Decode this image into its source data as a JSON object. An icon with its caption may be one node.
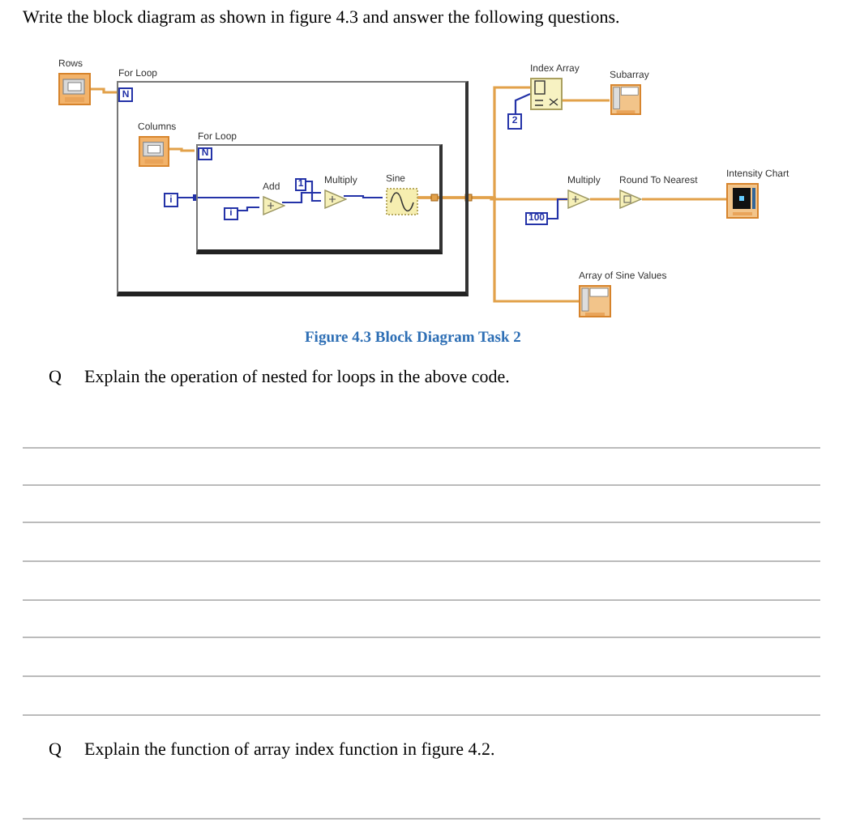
{
  "diagram": {
    "title": "Write the block diagram as shown in figure 4.3 and answer the following questions.",
    "caption": "Figure 4.3 Block Diagram Task 2",
    "nodes": [
      {
        "text": [
          "Rows"
        ]
      },
      {
        "text": [
          "For Loop"
        ]
      },
      {
        "text": [
          "N"
        ],
        "in": 1
      },
      {
        "text": [
          "Columns"
        ],
        "in": 1
      },
      {
        "text": [
          "For Loop"
        ],
        "in": 1
      },
      {
        "text": [
          "N"
        ],
        "in": 4
      },
      {
        "text": [
          "i"
        ],
        "in": 1
      },
      {
        "text": [
          "i"
        ],
        "in": 4
      },
      {
        "text": [
          "Add"
        ],
        "in": 4
      },
      {
        "text": [
          "1"
        ],
        "in": 4
      },
      {
        "text": [
          "Multiply"
        ],
        "in": 4
      },
      {
        "text": [
          "Sine"
        ],
        "in": 4
      },
      {
        "text": [
          "Index Array"
        ]
      },
      {
        "text": [
          "2"
        ]
      },
      {
        "text": [
          "Subarray"
        ]
      },
      {
        "text": [
          "Multiply"
        ]
      },
      {
        "text": [
          "100"
        ]
      },
      {
        "text": [
          "Round To Nearest"
        ]
      },
      {
        "text": [
          "Intensity Chart"
        ]
      },
      {
        "text": [
          "Array of Sine Values"
        ]
      }
    ],
    "edges": [
      {
        "from": 0,
        "to": 2,
        "arrow": "none"
      },
      {
        "from": 3,
        "to": 5,
        "arrow": "none"
      },
      {
        "from": 6,
        "to": 8,
        "arrow": "none",
        "color": "#2433a8"
      },
      {
        "from": 7,
        "to": 8,
        "arrow": "none",
        "color": "#2433a8"
      },
      {
        "from": 8,
        "to": 10,
        "arrow": "none",
        "color": "#2433a8"
      },
      {
        "from": 9,
        "to": 10,
        "arrow": "none",
        "color": "#2433a8"
      },
      {
        "from": 10,
        "to": 11,
        "arrow": "none",
        "color": "#2433a8"
      },
      {
        "from": 11,
        "to": 12,
        "arrow": "none"
      },
      {
        "from": 11,
        "to": 15,
        "arrow": "none"
      },
      {
        "from": 11,
        "to": 19,
        "arrow": "none"
      },
      {
        "from": 13,
        "to": 12,
        "arrow": "none",
        "color": "#2433a8"
      },
      {
        "from": 12,
        "to": 14,
        "arrow": "none"
      },
      {
        "from": 16,
        "to": 15,
        "arrow": "none",
        "color": "#2433a8"
      },
      {
        "from": 15,
        "to": 17,
        "arrow": "none"
      },
      {
        "from": 17,
        "to": 18,
        "arrow": "none"
      }
    ],
    "labels": [
      "Q",
      "Explain the operation of nested for loops in the above code.",
      "Q",
      "Explain the function of array index function in figure 4.2."
    ]
  }
}
